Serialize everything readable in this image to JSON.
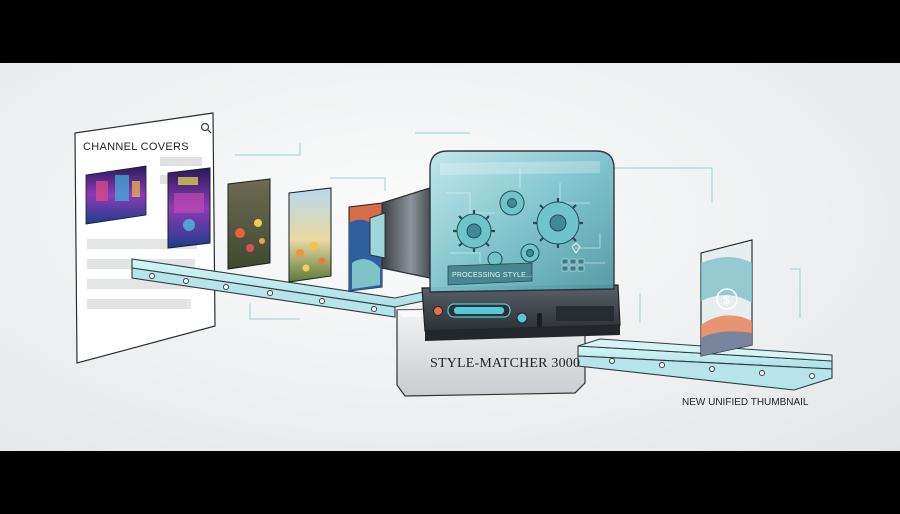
{
  "panel": {
    "title": "CHANNEL COVERS",
    "search_icon": "search-icon"
  },
  "machine": {
    "name": "STYLE-MATCHER 3000",
    "screen_text": "PROCESSING STYLE..."
  },
  "output": {
    "label": "NEW UNIFIED THUMBNAIL",
    "icon": "dollar-coin-icon"
  },
  "colors": {
    "belt": "#c9eff2",
    "belt_edge": "#3c4a52",
    "glass": "#9fd6dc",
    "gear": "#6fc4cc",
    "status_orange": "#e8724a",
    "status_blue": "#58c7d6",
    "background": "#eef0f1"
  }
}
